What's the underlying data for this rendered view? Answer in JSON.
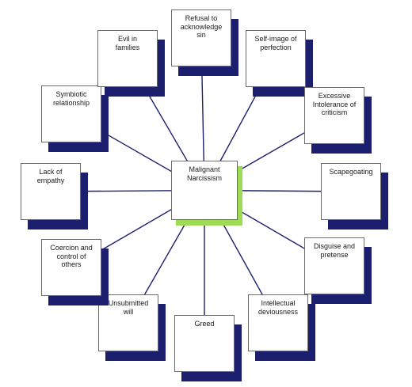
{
  "diagram": {
    "center": {
      "id": "center",
      "label": "Malignant\nNarcissism"
    },
    "nodes": [
      {
        "id": "refusal",
        "label": "Refusal to\nacknowledge\nsin"
      },
      {
        "id": "self_image",
        "label": "Self-image of\nperfection"
      },
      {
        "id": "intolerance",
        "label": "Excessive\nIntolerance of\ncriticism"
      },
      {
        "id": "scapegoating",
        "label": "Scapegoating"
      },
      {
        "id": "disguise",
        "label": "Disguise and\npretense"
      },
      {
        "id": "intellectual",
        "label": "Intellectual\ndeviousness"
      },
      {
        "id": "greed",
        "label": "Greed"
      },
      {
        "id": "unsubmitted",
        "label": "Unsubmitted\nwill"
      },
      {
        "id": "coercion",
        "label": "Coercion and\ncontrol of\nothers"
      },
      {
        "id": "empathy",
        "label": "Lack of\nempathy"
      },
      {
        "id": "symbiotic",
        "label": "Symbiotic\nrelationship"
      },
      {
        "id": "evil",
        "label": "Evil in\nfamilies"
      }
    ],
    "colors": {
      "box_fill": "#ffffff",
      "box_border": "#6a6a6a",
      "shadow": "#1c1f6e",
      "center_shadow": "#9fdc55",
      "connector": "#1c1f6e"
    }
  }
}
